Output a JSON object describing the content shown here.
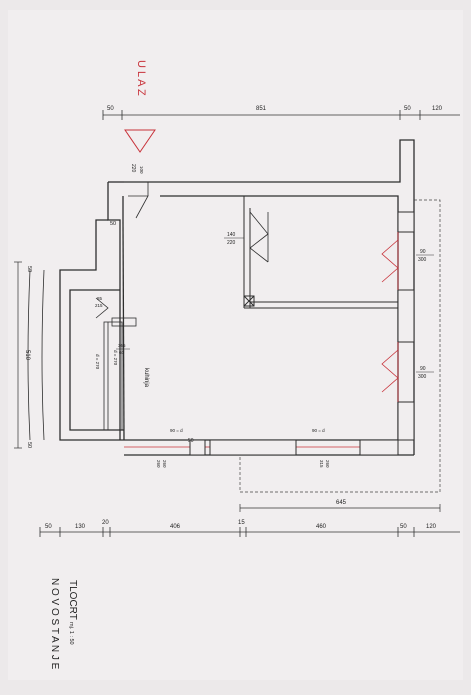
{
  "title_block": {
    "title": "TLOCRT",
    "scale": "mj. 1 : 50",
    "subtitle": "N O V O   S T A N J E"
  },
  "entrance_label": "U L A Z",
  "room_label": "kuhinja",
  "top_dimensions": [
    "50",
    "851",
    "50",
    "120"
  ],
  "bottom_dimensions": [
    "50",
    "130",
    "20",
    "406",
    "15",
    "460",
    "50",
    "120"
  ],
  "side_dimensions": [
    "645",
    "510",
    "50",
    "50",
    "50",
    "50",
    "220"
  ],
  "opening_labels": {
    "entrance_door": [
      "100",
      "220"
    ],
    "interior_door": [
      "140",
      "220"
    ],
    "window_right_upper": [
      "90",
      "300"
    ],
    "window_right_lower": [
      "90",
      "300"
    ],
    "door_small": [
      "85",
      "215"
    ],
    "kitchen_opening": [
      "365",
      "60"
    ],
    "niche_a": "d = 270",
    "niche_b": "d = 270",
    "bottom_window_left": [
      "260",
      "260"
    ],
    "bottom_window_right": [
      "315",
      "260"
    ],
    "label_d90_left": "90 = d",
    "label_d90_right": "90 = d"
  },
  "colors": {
    "paper": "#ece9ea",
    "line": "#3a3a3a",
    "accent": "#c8323a"
  }
}
